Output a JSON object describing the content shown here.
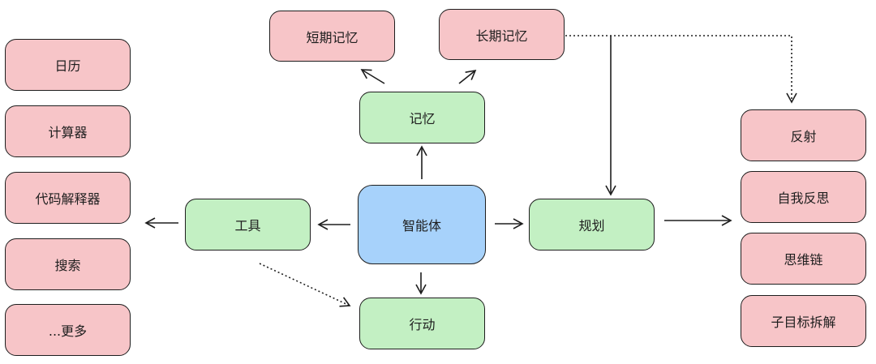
{
  "colors": {
    "pink": "#f7c5c8",
    "green": "#c3f0c3",
    "blue": "#a7d2fb",
    "stroke": "#1e1e1e"
  },
  "nodes": {
    "agent": "智能体",
    "memory": "记忆",
    "short_term_memory": "短期记忆",
    "long_term_memory": "长期记忆",
    "tools": "工具",
    "planning": "规划",
    "action": "行动",
    "tool_items": [
      "日历",
      "计算器",
      "代码解释器",
      "搜索",
      "...更多"
    ],
    "planning_items": [
      "反射",
      "自我反思",
      "思维链",
      "子目标拆解"
    ]
  }
}
